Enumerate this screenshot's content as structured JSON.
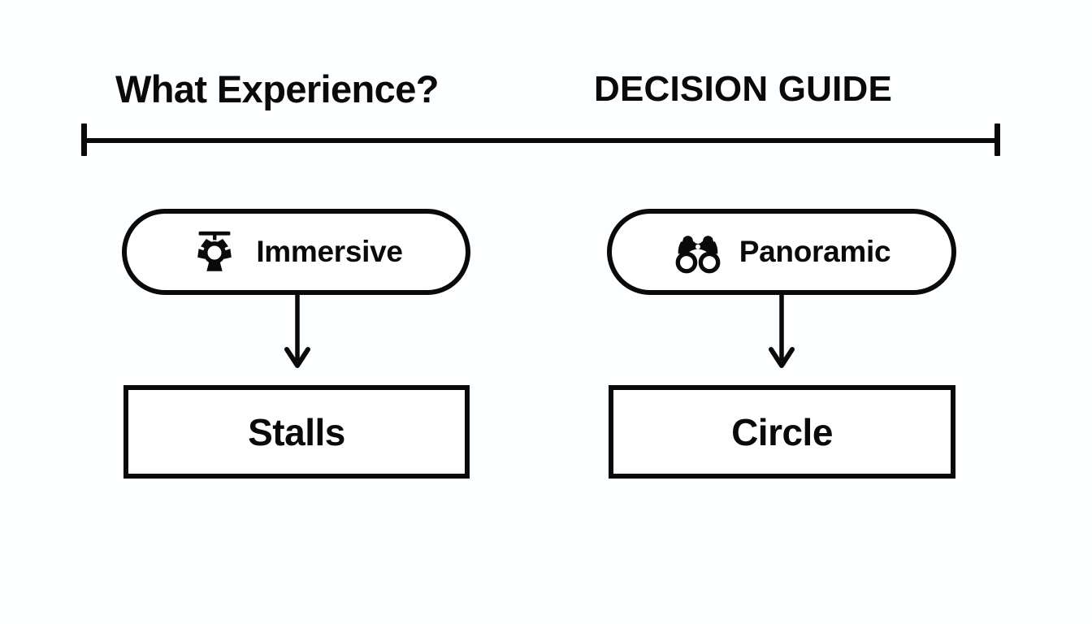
{
  "header": {
    "title_left": "What Experience?",
    "title_right": "DECISION GUIDE"
  },
  "divider": {
    "name": "horizontal-rule",
    "cap_left": "tick-cap",
    "cap_right": "tick-cap"
  },
  "flow": {
    "branches": [
      {
        "id": "immersive",
        "option_label": "Immersive",
        "option_icon": "stage-spotlight-icon",
        "connector": "down-arrow",
        "outcome_label": "Stalls"
      },
      {
        "id": "panoramic",
        "option_label": "Panoramic",
        "option_icon": "binoculars-icon",
        "connector": "down-arrow",
        "outcome_label": "Circle"
      }
    ]
  },
  "colors": {
    "background": "#fdfeff",
    "stroke": "#0a0a0a",
    "fill": "#ffffff",
    "text": "#0a0a0a"
  }
}
